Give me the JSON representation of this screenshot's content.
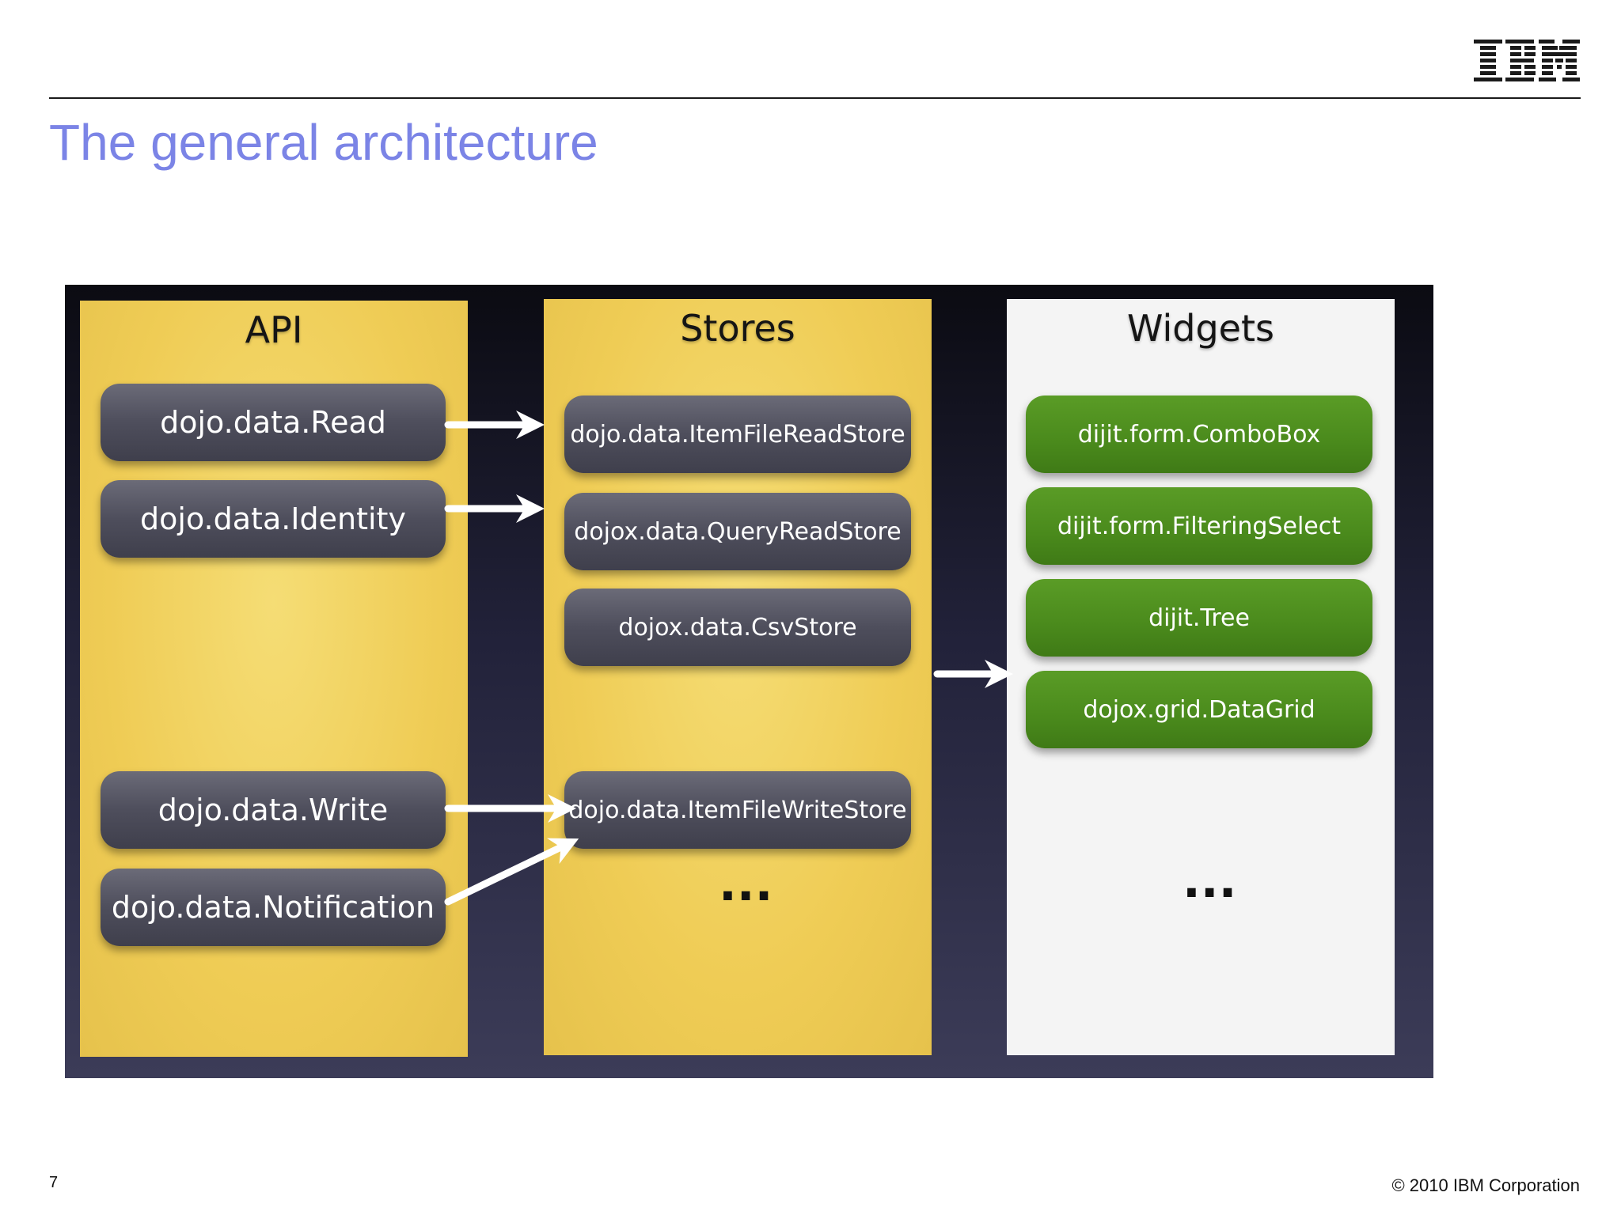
{
  "header": {
    "logo": "IBM",
    "title": "The general architecture"
  },
  "diagram": {
    "columns": {
      "api": {
        "title": "API"
      },
      "stores": {
        "title": "Stores"
      },
      "widgets": {
        "title": "Widgets"
      }
    },
    "api": [
      "dojo.data.Read",
      "dojo.data.Identity",
      "dojo.data.Write",
      "dojo.data.Notification"
    ],
    "stores": [
      "dojo.data.ItemFileReadStore",
      "dojox.data.QueryReadStore",
      "dojox.data.CsvStore",
      "dojo.data.ItemFileWriteStore"
    ],
    "widgets": [
      "dijit.form.ComboBox",
      "dijit.form.FilteringSelect",
      "dijit.Tree",
      "dojox.grid.DataGrid"
    ],
    "stores_more": "...",
    "widgets_more": "...",
    "colors": {
      "api_column": "#efcc55",
      "stores_column": "#efcc55",
      "widgets_column": "#f5f5f5",
      "api_store_box": "#4e4e5c",
      "widget_box": "#4a8a1c",
      "title": "#7b84e6"
    }
  },
  "footer": {
    "page_number": "7",
    "copyright": "© 2010 IBM Corporation"
  }
}
